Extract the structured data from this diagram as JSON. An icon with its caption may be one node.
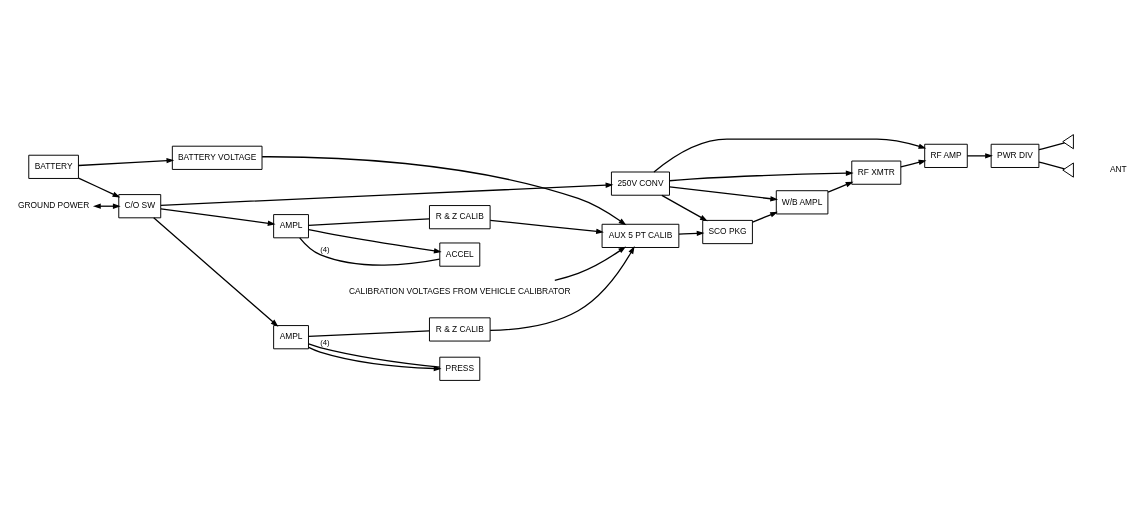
{
  "diagram": {
    "nodes": [
      {
        "text": [
          "BATTERY VOLTAGE"
        ]
      },
      {
        "text": [
          "BATTERY"
        ]
      },
      {
        "text": [
          "C/O SW"
        ]
      },
      {
        "text": [
          "GROUND POWER"
        ]
      },
      {
        "text": [
          "PRESS"
        ]
      },
      {
        "text": [
          "AMPL"
        ]
      },
      {
        "text": [
          "R & Z CALIB"
        ]
      },
      {
        "text": [
          "ACCEL"
        ]
      },
      {
        "text": [
          "AMPL"
        ]
      },
      {
        "text": [
          "R & Z CALIB"
        ]
      },
      {
        "text": [
          "CALIBRATION VOLTAGES FROM VEHICLE CALIBRATOR"
        ]
      },
      {
        "text": [
          "AUX 5 PT CALIB"
        ]
      },
      {
        "text": [
          "SCO PKG"
        ]
      },
      {
        "text": [
          "W/B AMPL"
        ]
      },
      {
        "text": [
          "RF XMTR"
        ]
      },
      {
        "text": [
          "RF AMP"
        ]
      },
      {
        "text": [
          "PWR DIV"
        ]
      },
      {
        "text": [],
        "shape": "triangle"
      },
      {
        "text": [],
        "shape": "triangle"
      },
      {
        "text": [
          "250V CONV"
        ]
      }
    ],
    "edges": [
      {
        "from": 1,
        "to": 0,
        "arrow": "to"
      },
      {
        "from": 1,
        "to": 2,
        "arrow": "to"
      },
      {
        "from": 3,
        "to": 2,
        "arrow": "both"
      },
      {
        "from": 2,
        "to": 5,
        "arrow": "to"
      },
      {
        "from": 2,
        "to": 8,
        "arrow": "to"
      },
      {
        "from": 2,
        "to": 19,
        "arrow": "to"
      },
      {
        "from": 4,
        "to": 5,
        "arrow": "none",
        "label": "(4)"
      },
      {
        "from": 5,
        "to": 4,
        "arrow": "to"
      },
      {
        "from": 5,
        "to": 6,
        "arrow": "none"
      },
      {
        "from": 7,
        "to": 8,
        "arrow": "none",
        "label": "(4)"
      },
      {
        "from": 8,
        "to": 7,
        "arrow": "to"
      },
      {
        "from": 8,
        "to": 9,
        "arrow": "none"
      },
      {
        "from": 0,
        "to": 11,
        "arrow": "to"
      },
      {
        "from": 10,
        "to": 11,
        "arrow": "to"
      },
      {
        "from": 6,
        "to": 11,
        "arrow": "to"
      },
      {
        "from": 9,
        "to": 11,
        "arrow": "to"
      },
      {
        "from": 11,
        "to": 12,
        "arrow": "to"
      },
      {
        "from": 12,
        "to": 13,
        "arrow": "to"
      },
      {
        "from": 13,
        "to": 14,
        "arrow": "to"
      },
      {
        "from": 14,
        "to": 15,
        "arrow": "to"
      },
      {
        "from": 15,
        "to": 16,
        "arrow": "to"
      },
      {
        "from": 16,
        "to": 17,
        "arrow": "none"
      },
      {
        "from": 16,
        "to": 18,
        "arrow": "none"
      },
      {
        "from": 19,
        "to": 12,
        "arrow": "to"
      },
      {
        "from": 19,
        "to": 13,
        "arrow": "to"
      },
      {
        "from": 19,
        "to": 14,
        "arrow": "to"
      },
      {
        "from": 19,
        "to": 15,
        "arrow": "to"
      }
    ],
    "labels": [
      "ANT"
    ]
  }
}
